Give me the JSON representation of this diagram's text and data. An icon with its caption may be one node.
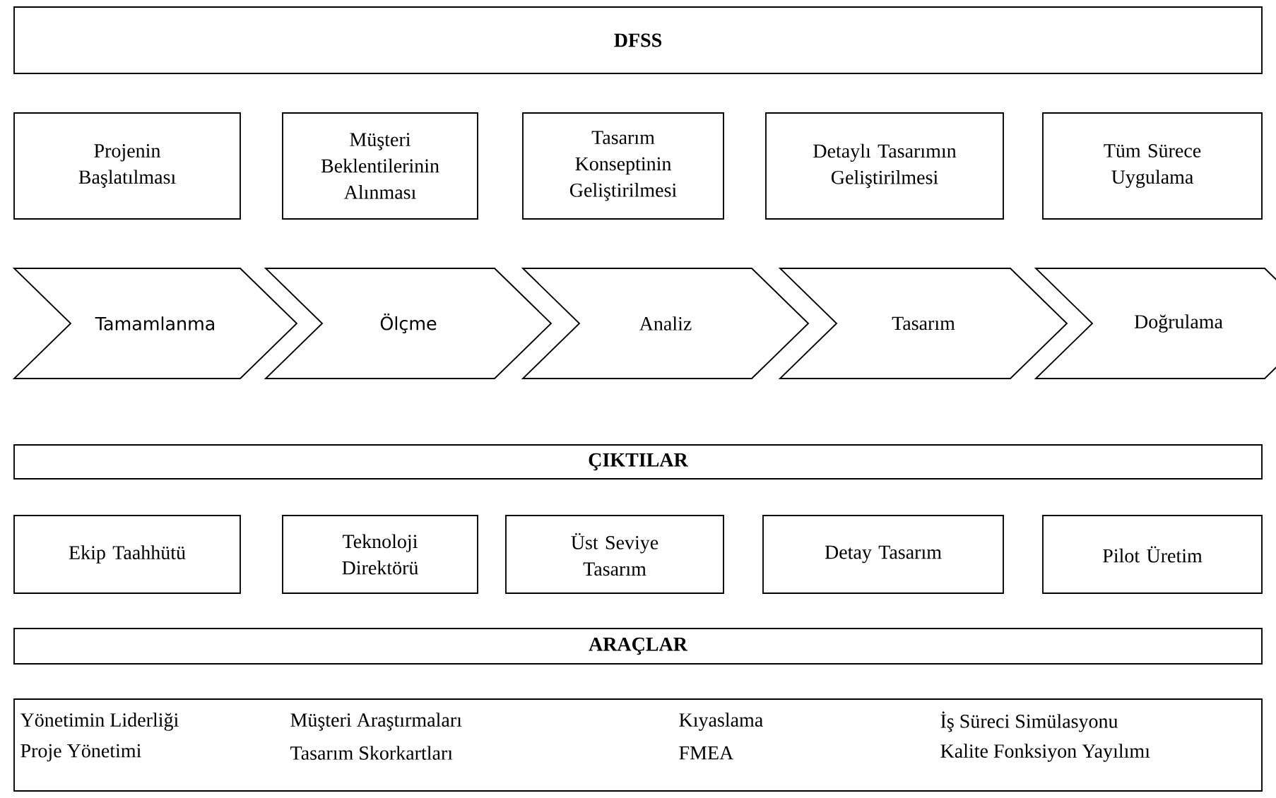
{
  "diagram": {
    "nodes": [
      {
        "text": [
          "DFSS"
        ]
      },
      {
        "text": [
          "Projenin Başlatılması"
        ]
      },
      {
        "text": [
          "Müşteri Beklentilerinin Alınması"
        ]
      },
      {
        "text": [
          "Tasarım Konseptinin Geliştirilmesi"
        ]
      },
      {
        "text": [
          "Detaylı Tasarımın Geliştirilmesi"
        ]
      },
      {
        "text": [
          "Tüm Sürece Uygulama"
        ]
      },
      {
        "text": [
          "Tamamlanma"
        ]
      },
      {
        "text": [
          "Ölçme"
        ]
      },
      {
        "text": [
          "Analiz"
        ]
      },
      {
        "text": [
          "Tasarım"
        ]
      },
      {
        "text": [
          "Doğrulama"
        ]
      },
      {
        "text": [
          "ÇIKTILAR"
        ]
      },
      {
        "text": [
          "Ekip Taahhütü"
        ]
      },
      {
        "text": [
          "Teknoloji Direktörü"
        ]
      },
      {
        "text": [
          "Üst Seviye Tasarım"
        ]
      },
      {
        "text": [
          "Detay Tasarım"
        ]
      },
      {
        "text": [
          "Pilot Üretim"
        ]
      },
      {
        "text": [
          "ARAÇLAR"
        ]
      },
      {
        "text": [
          "Yönetimin Liderliği",
          "Proje Yönetimi",
          "Müşteri Araştırmaları",
          "Tasarım Skorkartları",
          "Kıyaslama",
          "FMEA",
          "İş Süreci Simülasyonu",
          "Kalite Fonksiyon Yayılımı"
        ]
      }
    ]
  }
}
